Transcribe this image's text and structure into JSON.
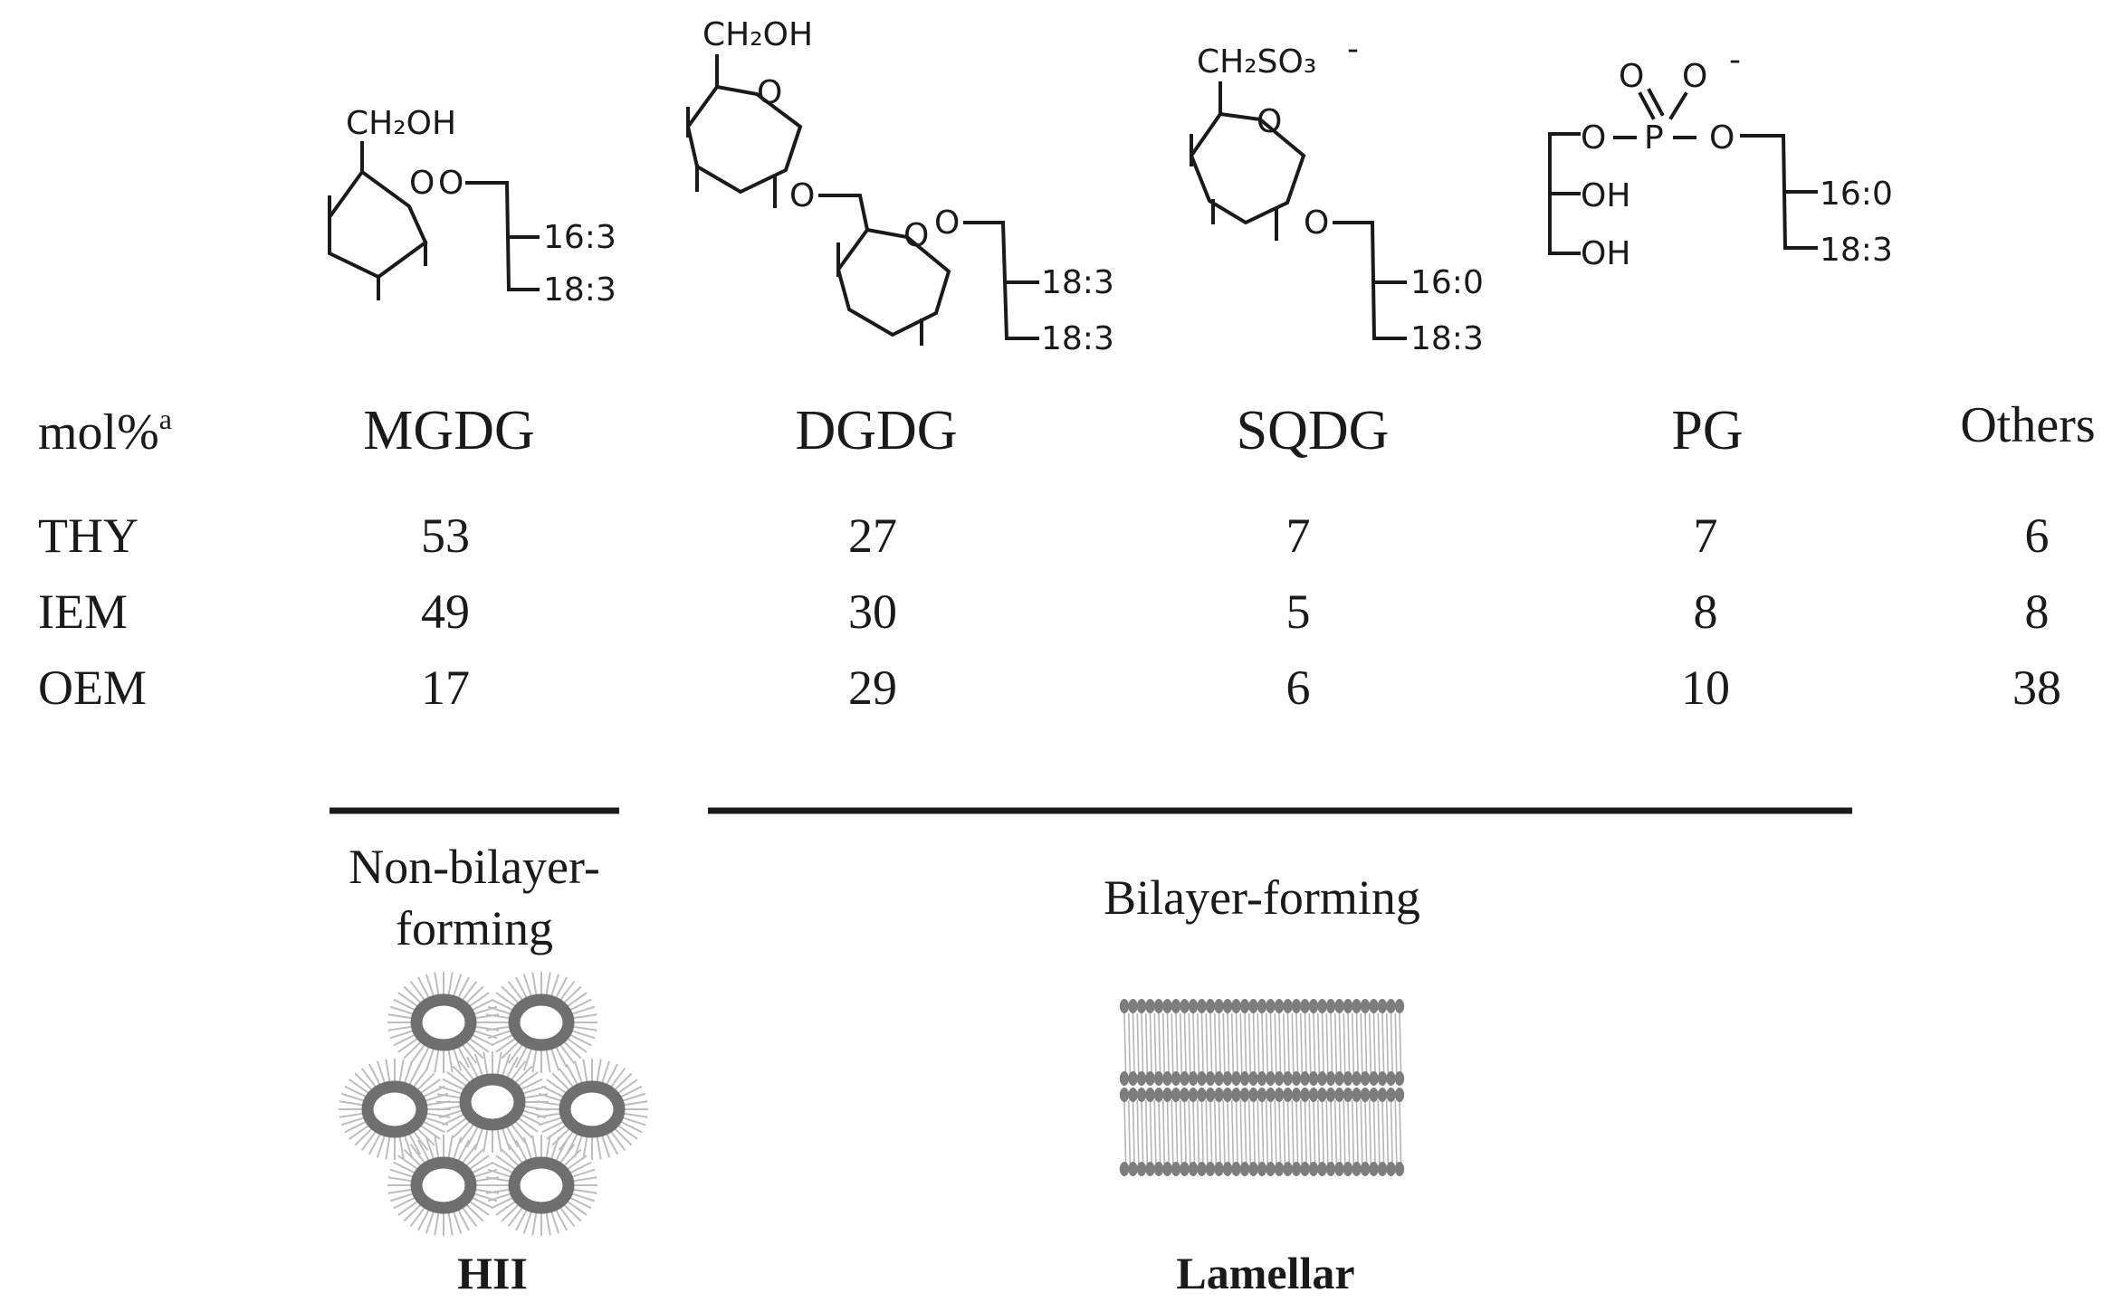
{
  "structures": {
    "mgdg": {
      "ch2oh": "CH₂OH",
      "ring_o": "O",
      "link_o": "O",
      "chain1": "16:3",
      "chain2": "18:3"
    },
    "dgdg": {
      "ch2oh": "CH₂OH",
      "ring_o1": "O",
      "link_o1": "O",
      "ring_o2": "O",
      "link_o2": "O",
      "chain1": "18:3",
      "chain2": "18:3"
    },
    "sqdg": {
      "ch2so3": "CH₂SO₃",
      "charge": "-",
      "ring_o": "O",
      "link_o": "O",
      "chain1": "16:0",
      "chain2": "18:3"
    },
    "pg": {
      "o_top1": "O",
      "o_top2": "O",
      "charge": "-",
      "o_left": "O",
      "p": "P",
      "o_right": "O",
      "oh1": "OH",
      "oh2": "OH",
      "chain1": "16:0",
      "chain2": "18:3"
    }
  },
  "table": {
    "corner": "mol%",
    "corner_sup": "a",
    "columns": [
      "MGDG",
      "DGDG",
      "SQDG",
      "PG",
      "Others"
    ],
    "rows": [
      {
        "label": "THY",
        "values": [
          "53",
          "27",
          "7",
          "7",
          "6"
        ]
      },
      {
        "label": "IEM",
        "values": [
          "49",
          "30",
          "5",
          "8",
          "8"
        ]
      },
      {
        "label": "OEM",
        "values": [
          "17",
          "29",
          "6",
          "10",
          "38"
        ]
      }
    ]
  },
  "groups": {
    "nonbilayer": {
      "line1": "Non-bilayer-",
      "line2": "forming",
      "phase": "HII"
    },
    "bilayer": {
      "label": "Bilayer-forming",
      "phase": "Lamellar"
    }
  }
}
